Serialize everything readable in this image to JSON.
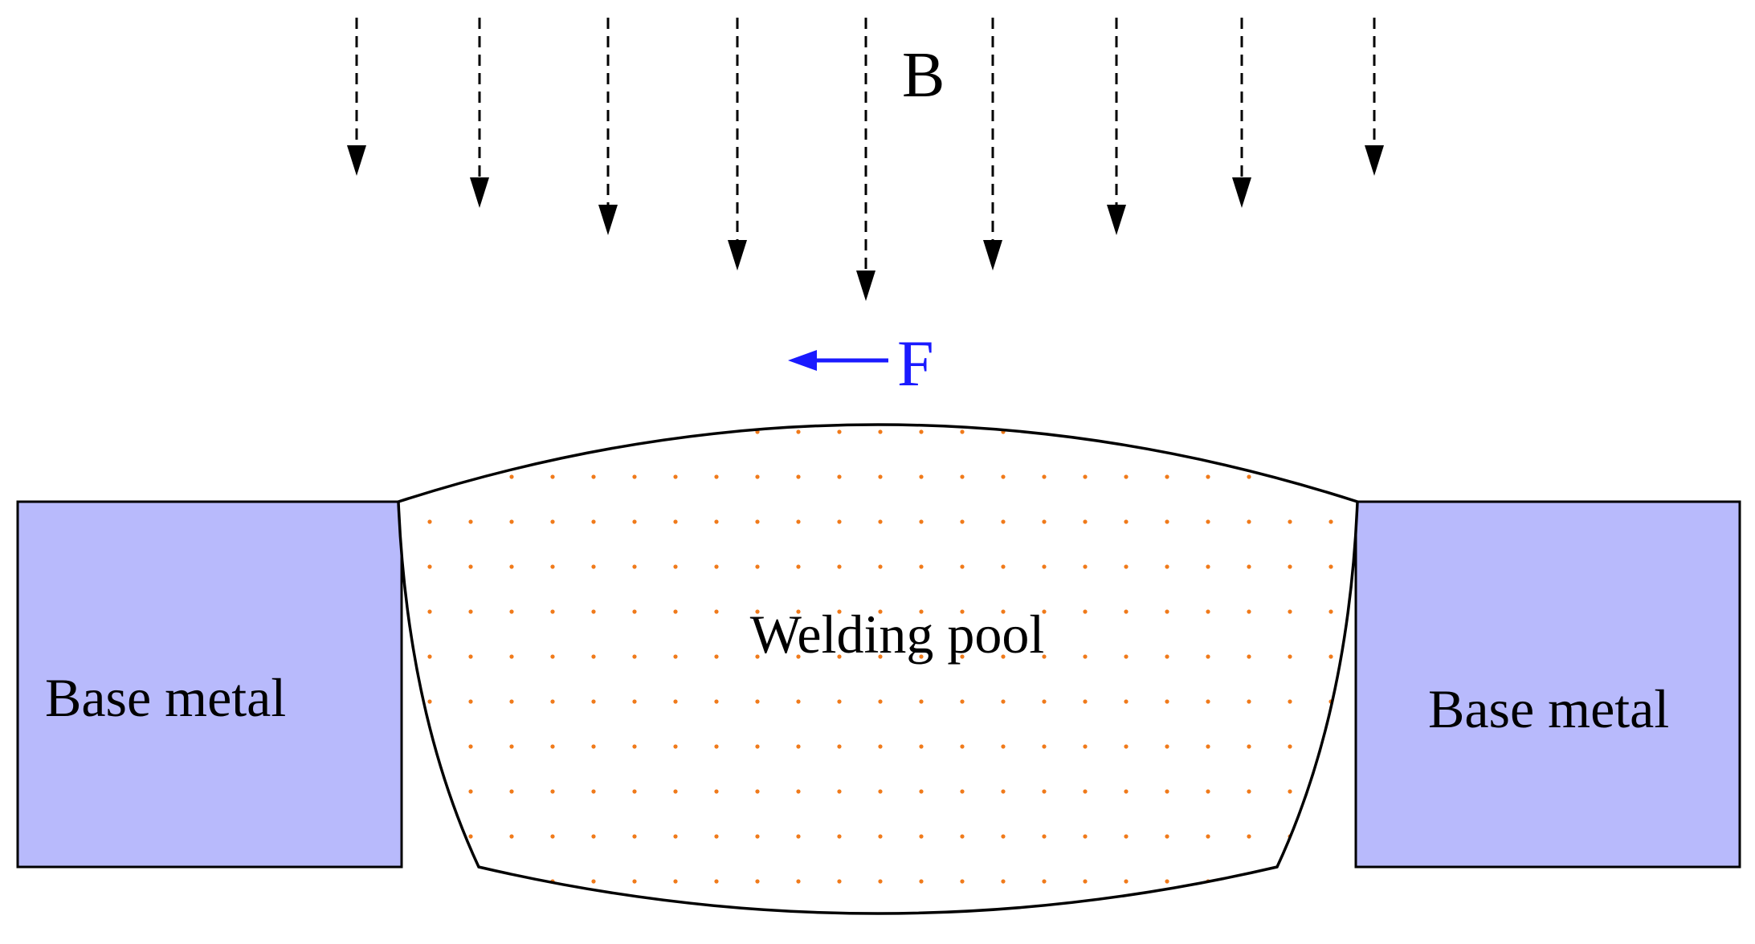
{
  "labels": {
    "field": "B",
    "force": "F",
    "pool": "Welding pool",
    "base_left": "Base metal",
    "base_right": "Base metal"
  },
  "colors": {
    "base_metal": "#b8bafc",
    "pool_dots": "#f07a1a",
    "force_arrow": "#1a1aff",
    "outline": "#000000"
  }
}
